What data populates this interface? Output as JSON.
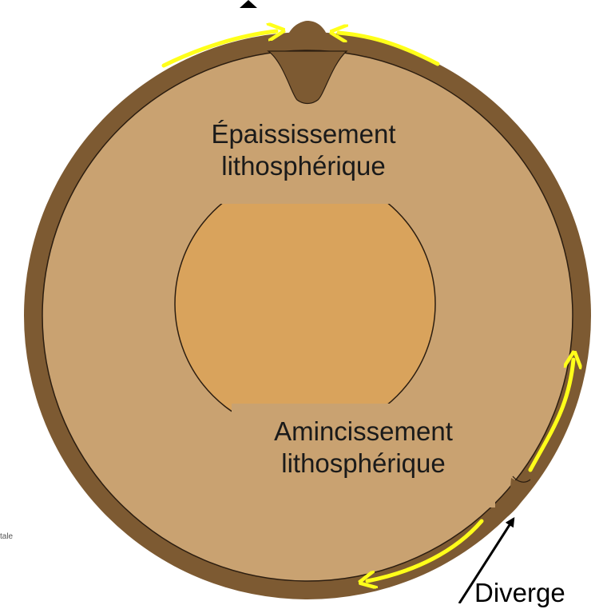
{
  "colors": {
    "crust": "#7d5a32",
    "mantle": "#c9a271",
    "core": "#d9a35c",
    "arrow_yellow": "#ffff1a",
    "label_box": "#c9a271",
    "pointer": "#000000"
  },
  "labels": {
    "thickening_line1": "Épaississement",
    "thickening_line2": "lithosphérique",
    "thinning_line1": "Amincissement",
    "thinning_line2": "lithosphérique",
    "diverge": "Diverge",
    "corner_fragment": "tale"
  },
  "icons": {
    "flow_arrows": "arrow-icon",
    "pointer_arrow": "arrow-icon"
  }
}
